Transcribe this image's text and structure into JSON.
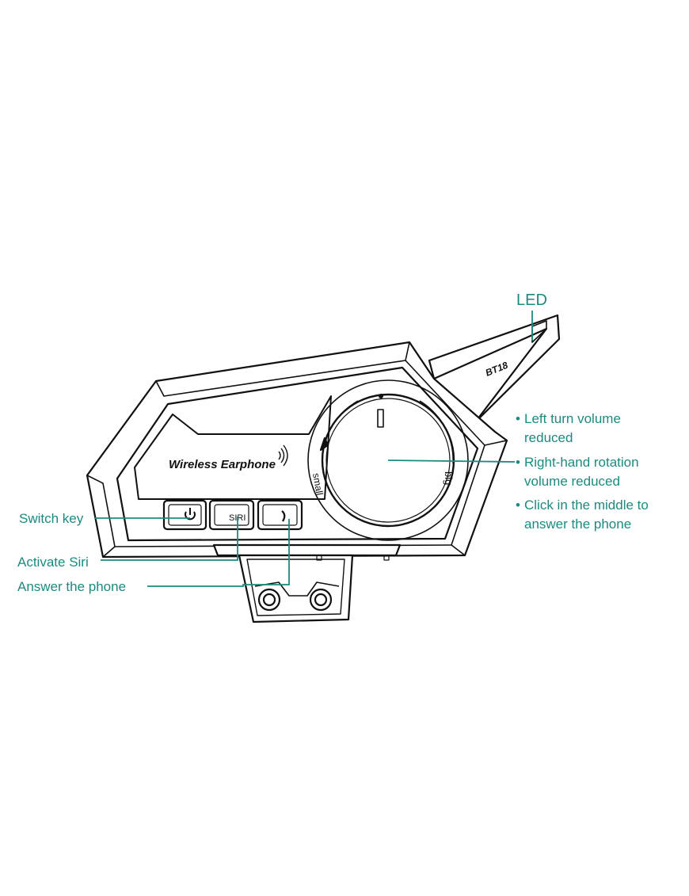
{
  "device": {
    "brand_text": "Wireless Earphone",
    "model": "BT18",
    "dial_small": "small",
    "dial_big": "big",
    "siri_button": "SIRI",
    "accent_color": "#1d8a80"
  },
  "labels": {
    "led": "LED",
    "switch_key": "Switch key",
    "activate_siri": "Activate Siri",
    "answer_phone": "Answer the phone"
  },
  "notes": [
    {
      "line1": "Left turn volume",
      "line2": "reduced"
    },
    {
      "line1": "Right-hand rotation",
      "line2": "volume reduced"
    },
    {
      "line1": "Click in the middle to",
      "line2": "answer the phone"
    }
  ]
}
